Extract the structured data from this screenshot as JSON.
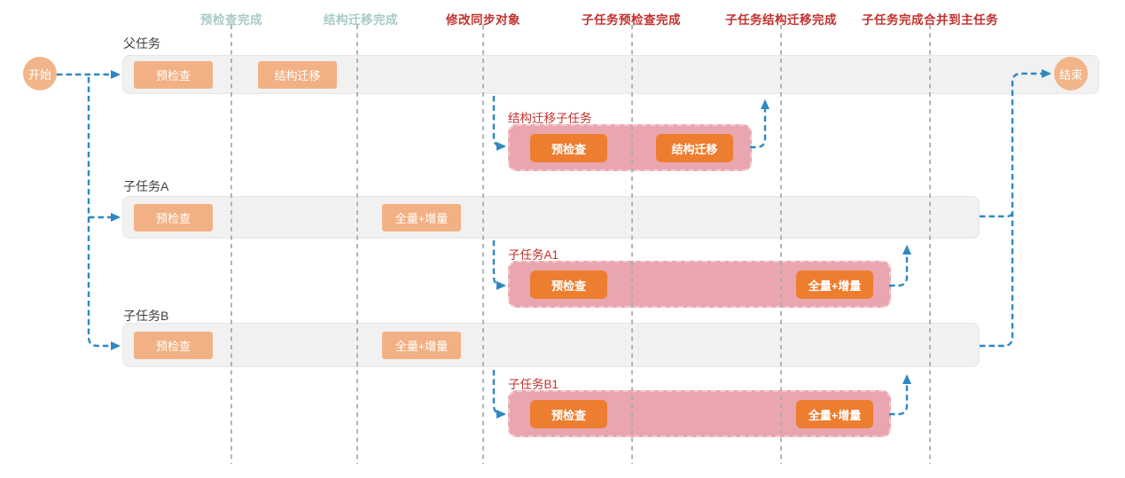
{
  "milestones": [
    {
      "label": "预检查完成",
      "status": "completed"
    },
    {
      "label": "结构迁移完成",
      "status": "completed"
    },
    {
      "label": "修改同步对象",
      "status": "action"
    },
    {
      "label": "子任务预检查完成",
      "status": "action"
    },
    {
      "label": "子任务结构迁移完成",
      "status": "action"
    },
    {
      "label": "子任务完成合并到主任务",
      "status": "action"
    }
  ],
  "nodes": {
    "start": "开始",
    "end": "结束"
  },
  "lanes": [
    {
      "label": "父任务",
      "blocks": [
        "预检查",
        "结构迁移"
      ]
    },
    {
      "label": "子任务A",
      "blocks": [
        "预检查",
        "全量+增量"
      ]
    },
    {
      "label": "子任务B",
      "blocks": [
        "预检查",
        "全量+增量"
      ]
    }
  ],
  "subtasks": [
    {
      "label": "结构迁移子任务",
      "blocks": [
        "预检查",
        "结构迁移"
      ]
    },
    {
      "label": "子任务A1",
      "blocks": [
        "预检查",
        "全量+增量"
      ]
    },
    {
      "label": "子任务B1",
      "blocks": [
        "预检查",
        "全量+增量"
      ]
    }
  ],
  "colors": {
    "milestone_completed_text": "#a6cbc8",
    "milestone_action_text": "#c2312d",
    "lane_bar_fill": "#f1f1f2",
    "light_block_fill": "#f2b184",
    "dark_block_fill": "#ed7d2f",
    "subtask_bar_fill": "#e9a6ae",
    "connector_blue": "#2d88c3",
    "gridline_gray": "#ababab",
    "node_fill": "#f2b489"
  }
}
